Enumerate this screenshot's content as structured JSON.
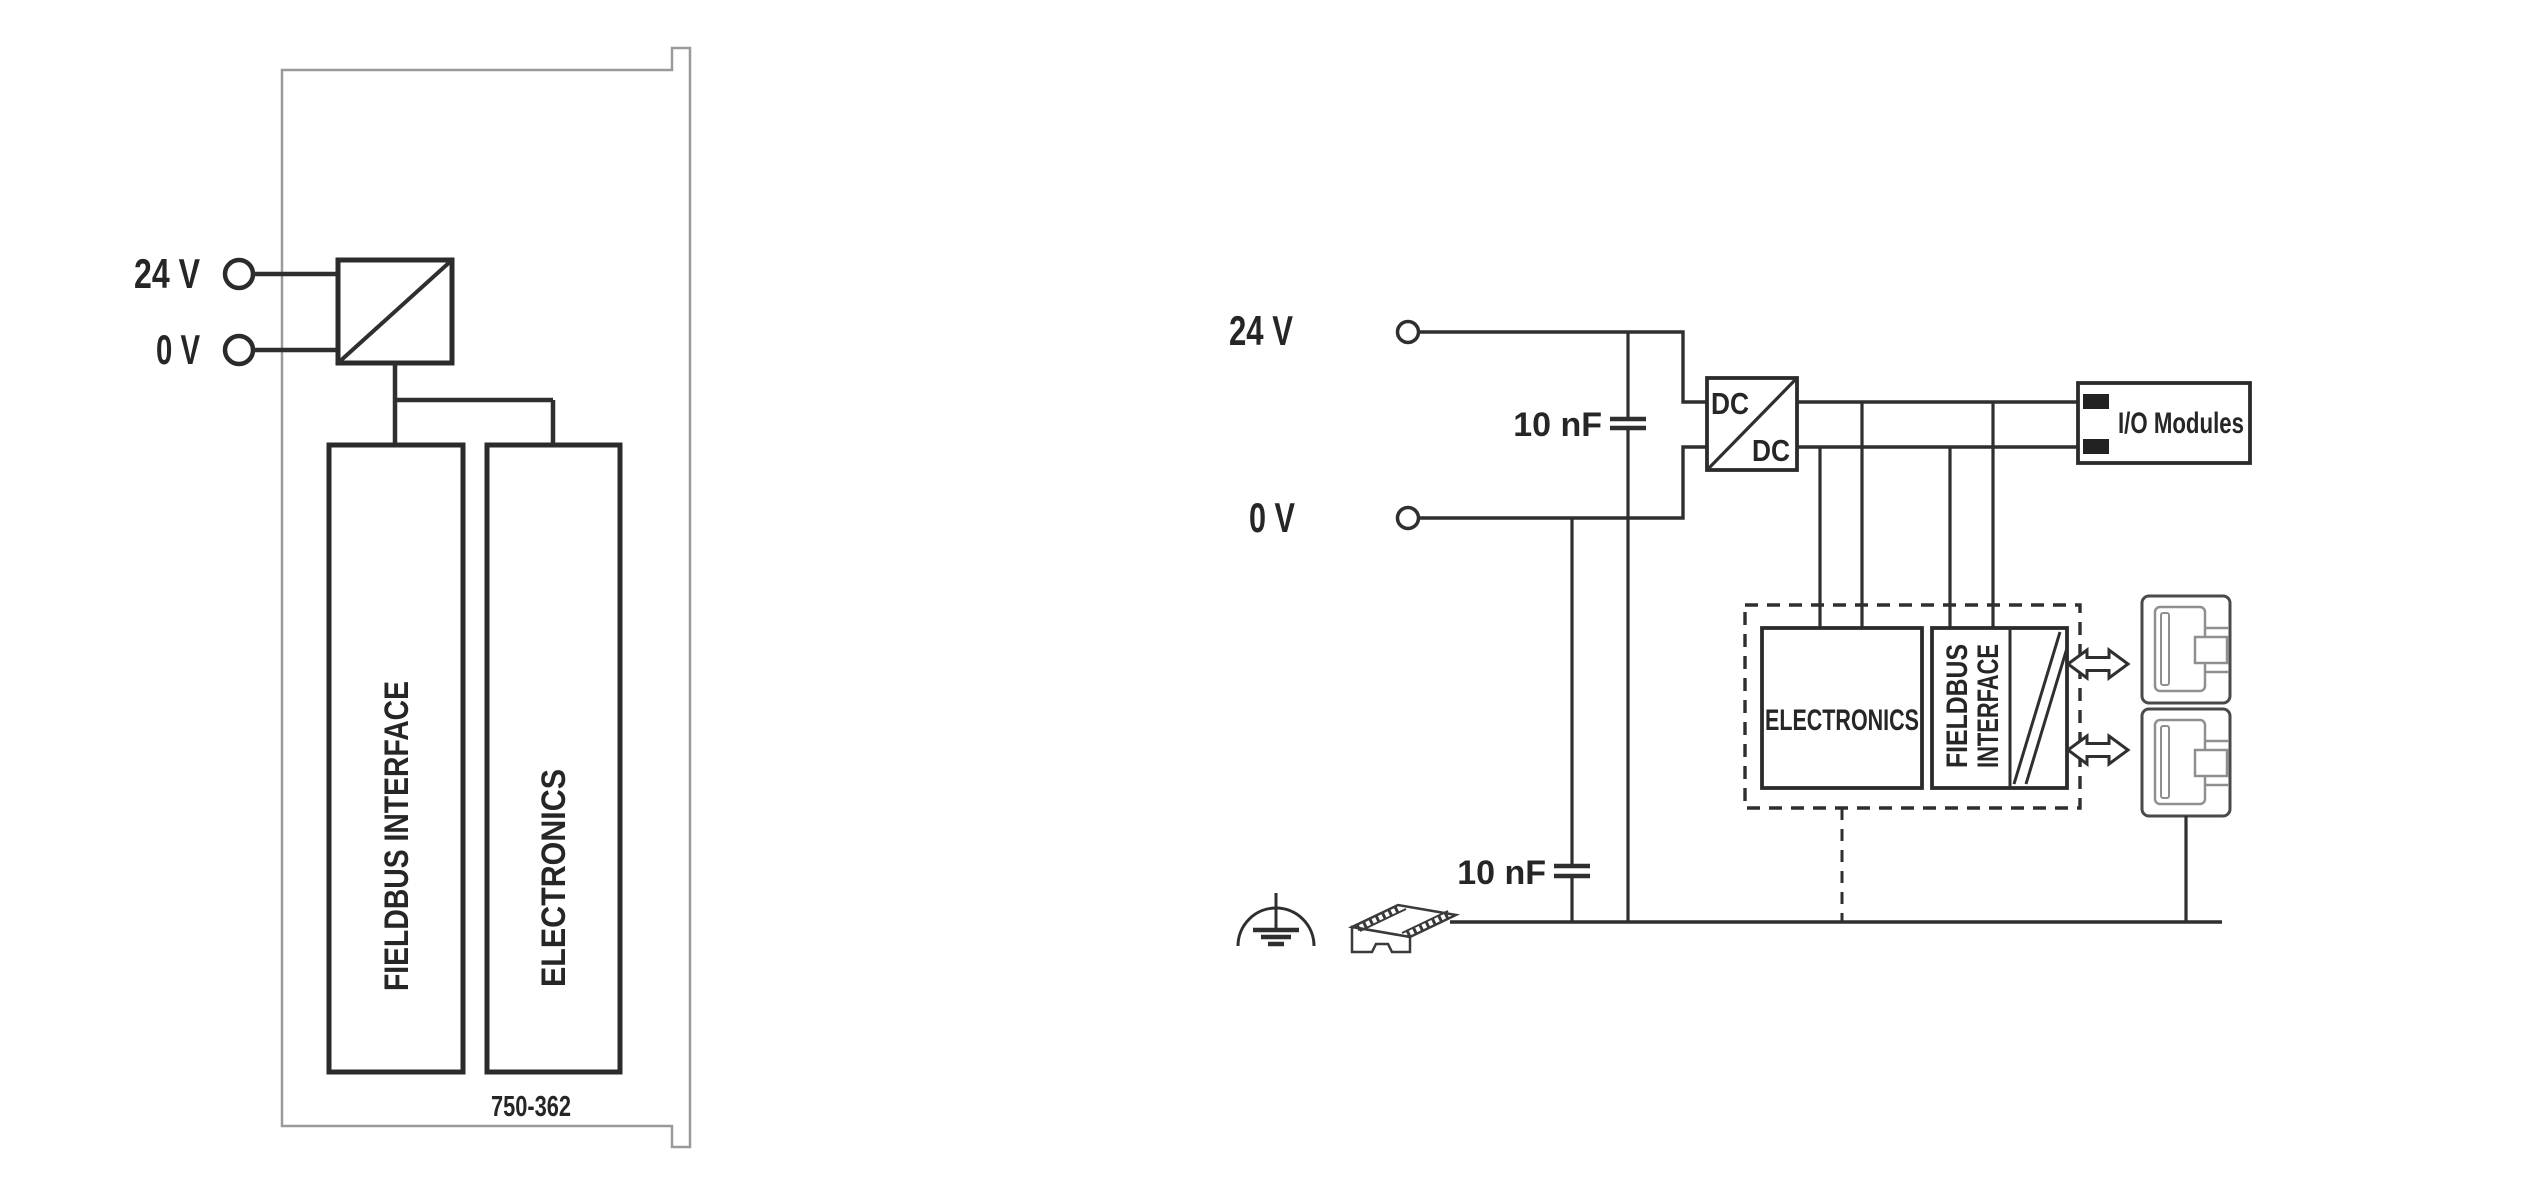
{
  "figure": {
    "left": {
      "label_24v": "24 V",
      "label_0v": "0 V",
      "fieldbus_interface": "FIELDBUS INTERFACE",
      "electronics": "ELECTRONICS",
      "model": "750-362"
    },
    "right": {
      "label_24v": "24 V",
      "label_0v": "0 V",
      "cap_top": "10 nF",
      "cap_bottom": "10 nF",
      "dc_top": "DC",
      "dc_bottom": "DC",
      "io_modules": "I/O Modules",
      "electronics": "ELECTRONICS",
      "fieldbus_line1": "FIELDBUS",
      "fieldbus_line2": "INTERFACE"
    },
    "colors": {
      "line": "#2f2f2f",
      "module_outline": "#9a9a9a",
      "connector_outer": "#4a4a4a",
      "connector_inner": "#8f8f8f",
      "background": "#ffffff"
    }
  }
}
